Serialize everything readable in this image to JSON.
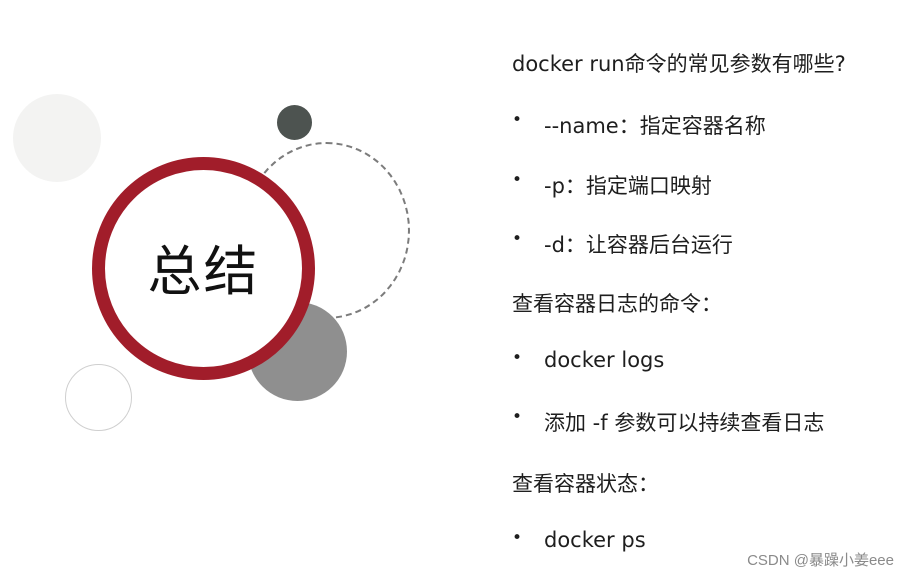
{
  "slide": {
    "title": "总结",
    "sections": [
      {
        "heading": "docker run命令的常见参数有哪些?",
        "items": [
          "--name：指定容器名称",
          "-p：指定端口映射",
          "-d：让容器后台运行"
        ]
      },
      {
        "heading": "查看容器日志的命令：",
        "items": [
          "docker logs",
          "添加 -f 参数可以持续查看日志"
        ]
      },
      {
        "heading": "查看容器状态：",
        "items": [
          "docker ps"
        ]
      }
    ],
    "bullet_symbol": "•"
  },
  "watermark": "CSDN @暴躁小姜eee",
  "colors": {
    "accent_red": "#a11d2a",
    "dark_dot": "#4d5350",
    "mid_gray": "#8f8f8f",
    "light_gray": "#f3f3f2"
  }
}
